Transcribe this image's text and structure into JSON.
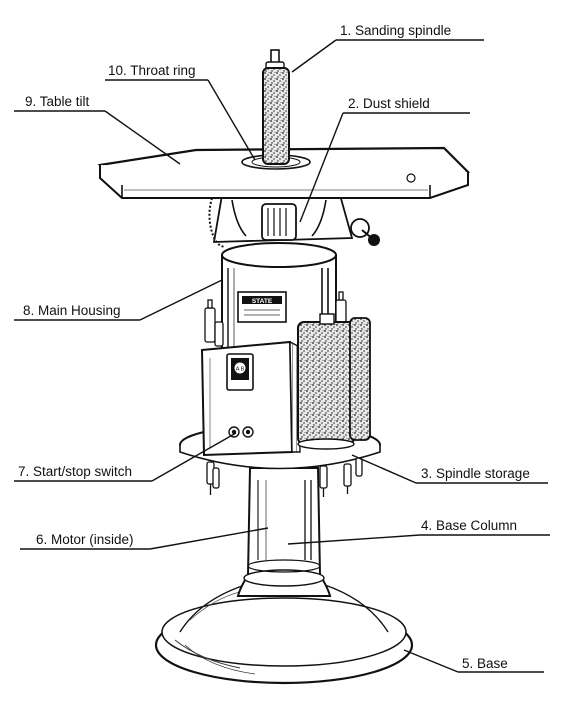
{
  "diagram": {
    "labels": [
      {
        "id": "sanding-spindle",
        "text": "1. Sanding spindle"
      },
      {
        "id": "dust-shield",
        "text": "2. Dust shield"
      },
      {
        "id": "spindle-storage",
        "text": "3. Spindle storage"
      },
      {
        "id": "base-column",
        "text": "4. Base Column"
      },
      {
        "id": "base",
        "text": "5. Base"
      },
      {
        "id": "motor",
        "text": "6. Motor (inside)"
      },
      {
        "id": "start-stop-switch",
        "text": "7. Start/stop switch"
      },
      {
        "id": "main-housing",
        "text": "8. Main Housing"
      },
      {
        "id": "table-tilt",
        "text": "9. Table tilt"
      },
      {
        "id": "throat-ring",
        "text": "10. Throat ring"
      }
    ],
    "nameplate_text": "STATE",
    "switch_text": "A B"
  },
  "colors": {
    "ink": "#111111",
    "background": "#ffffff",
    "shade": "#555555"
  }
}
